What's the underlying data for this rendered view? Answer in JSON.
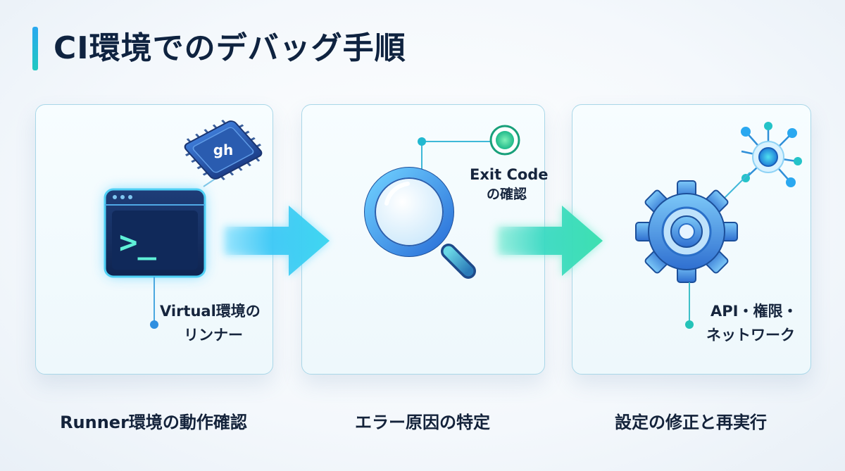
{
  "title": "CI環境でのデバッグ手順",
  "steps": [
    {
      "chip_text": "gh",
      "terminal_prompt": ">_",
      "label_line1": "Virtual環境の",
      "label_line2": "リンナー",
      "caption": "Runner環境の動作確認",
      "icons": [
        "terminal-icon",
        "chip-icon"
      ]
    },
    {
      "label_line1": "Exit Code",
      "label_line2": "の確認",
      "caption": "エラー原因の特定",
      "icons": [
        "magnifier-icon"
      ]
    },
    {
      "label_line1": "API・権限・",
      "label_line2": "ネットワーク",
      "caption": "設定の修正と再実行",
      "icons": [
        "gear-icon",
        "network-icon"
      ]
    }
  ],
  "colors": {
    "accent_blue": "#2aa8f0",
    "accent_teal": "#22c9a8",
    "dark_navy": "#0f2340",
    "panel_border": "#a9d7e8"
  }
}
